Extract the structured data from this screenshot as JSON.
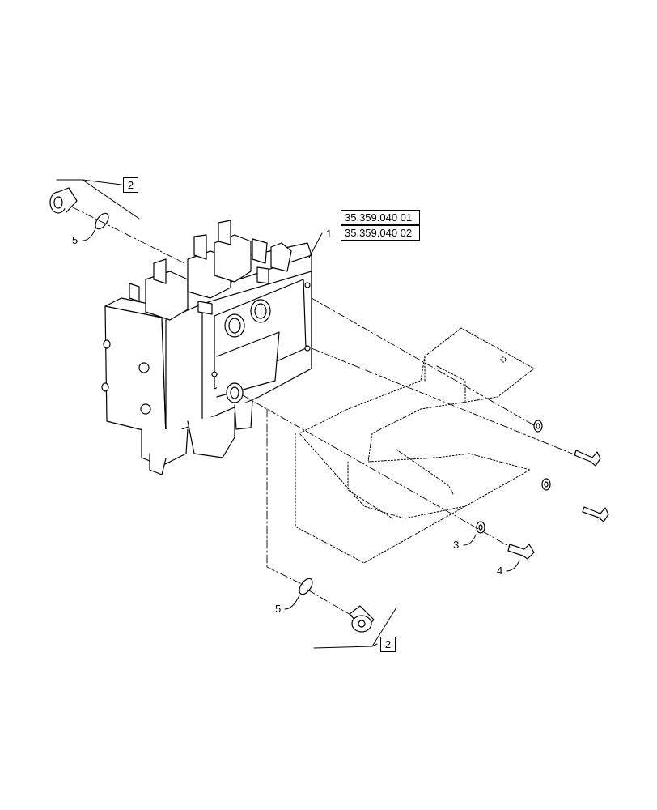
{
  "references": [
    "35.359.040 01",
    "35.359.040 02"
  ],
  "callouts": {
    "item_1": "1",
    "item_2_top": "2",
    "item_2_bottom": "2",
    "item_3": "3",
    "item_4": "4",
    "item_5_top": "5",
    "item_5_bottom": "5"
  }
}
